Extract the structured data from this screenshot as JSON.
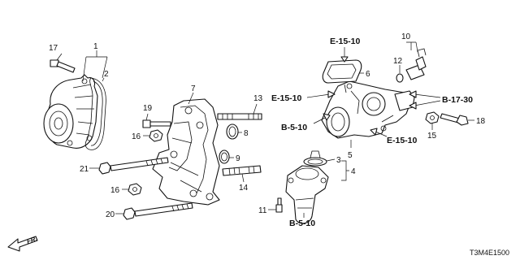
{
  "callouts": {
    "c1": "1",
    "c2": "2",
    "c3": "3",
    "c4": "4",
    "c5": "5",
    "c6": "6",
    "c7": "7",
    "c8": "8",
    "c9": "9",
    "c10": "10",
    "c11": "11",
    "c12": "12",
    "c13": "13",
    "c14": "14",
    "c15": "15",
    "c16a": "16",
    "c16b": "16",
    "c17": "17",
    "c18": "18",
    "c19": "19",
    "c20": "20",
    "c21": "21"
  },
  "refs": {
    "e1510_top": "E-15-10",
    "e1510_left": "E-15-10",
    "e1510_right": "E-15-10",
    "b510_left": "B-5-10",
    "b510_bottom": "B-5-10",
    "b1730": "B-17-30"
  },
  "direction_label": "FR.",
  "diagram_code": "T3M4E1500"
}
